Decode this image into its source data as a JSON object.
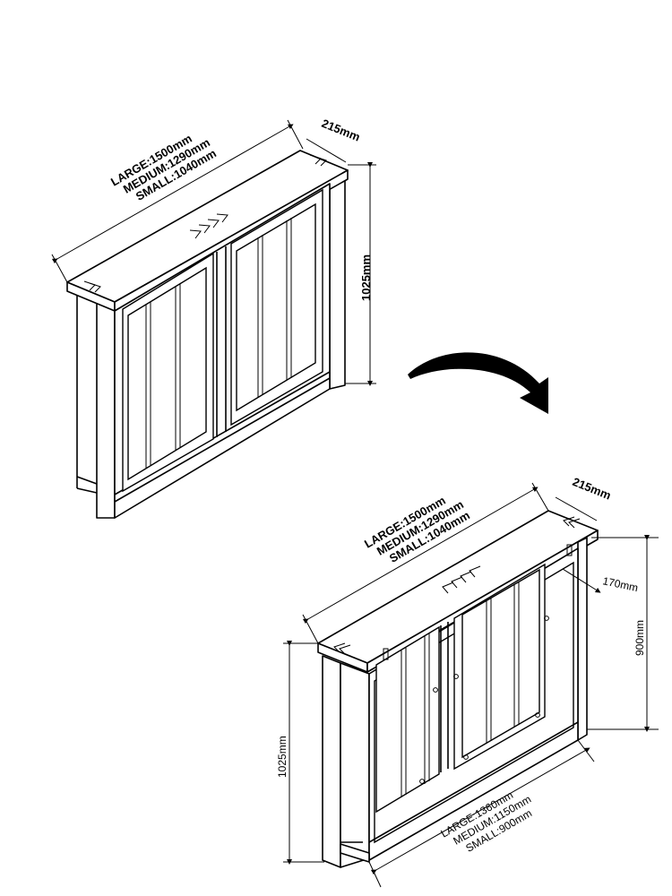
{
  "top_view": {
    "width_large": "LARGE:1500mm",
    "width_medium": "MEDIUM:1290mm",
    "width_small": "SMALL:1040mm",
    "depth": "215mm",
    "height": "1025mm"
  },
  "bottom_view": {
    "width_large": "LARGE:1500mm",
    "width_medium": "MEDIUM:1290mm",
    "width_small": "SMALL:1040mm",
    "depth": "215mm",
    "inner_depth": "170mm",
    "inner_height": "900mm",
    "height": "1025mm",
    "base_large": "LARGE:1360mm",
    "base_medium": "MEDIUM:1150mm",
    "base_small": "SMALL:900mm"
  },
  "colors": {
    "line": "#000000",
    "background": "#ffffff"
  },
  "icons": {
    "rotate_arrow": "curved-arrow-icon",
    "direction_arrows": "chevron-arrows-icon"
  }
}
